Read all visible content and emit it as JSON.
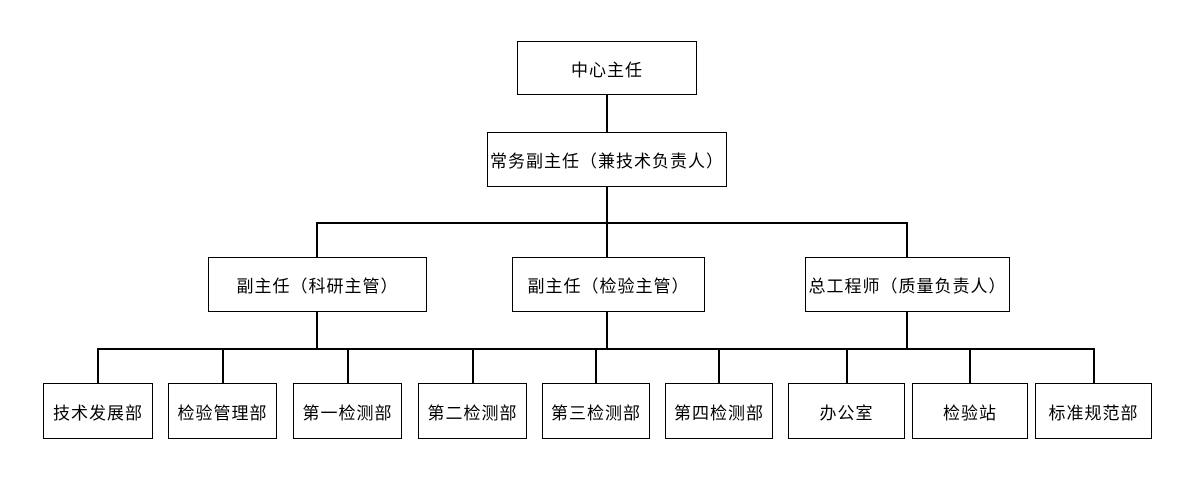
{
  "org_chart": {
    "root": {
      "label": "中心主任"
    },
    "deputy": {
      "label": "常务副主任（兼技术负责人）"
    },
    "managers": [
      {
        "label": "副主任（科研主管）"
      },
      {
        "label": "副主任（检验主管）"
      },
      {
        "label": "总工程师（质量负责人）"
      }
    ],
    "departments": [
      {
        "label": "技术发展部"
      },
      {
        "label": "检验管理部"
      },
      {
        "label": "第一检测部"
      },
      {
        "label": "第二检测部"
      },
      {
        "label": "第三检测部"
      },
      {
        "label": "第四检测部"
      },
      {
        "label": "办公室"
      },
      {
        "label": "检验站"
      },
      {
        "label": "标准规范部"
      }
    ],
    "colors": {
      "line": "#000000",
      "background": "#ffffff",
      "text": "#000000"
    }
  }
}
